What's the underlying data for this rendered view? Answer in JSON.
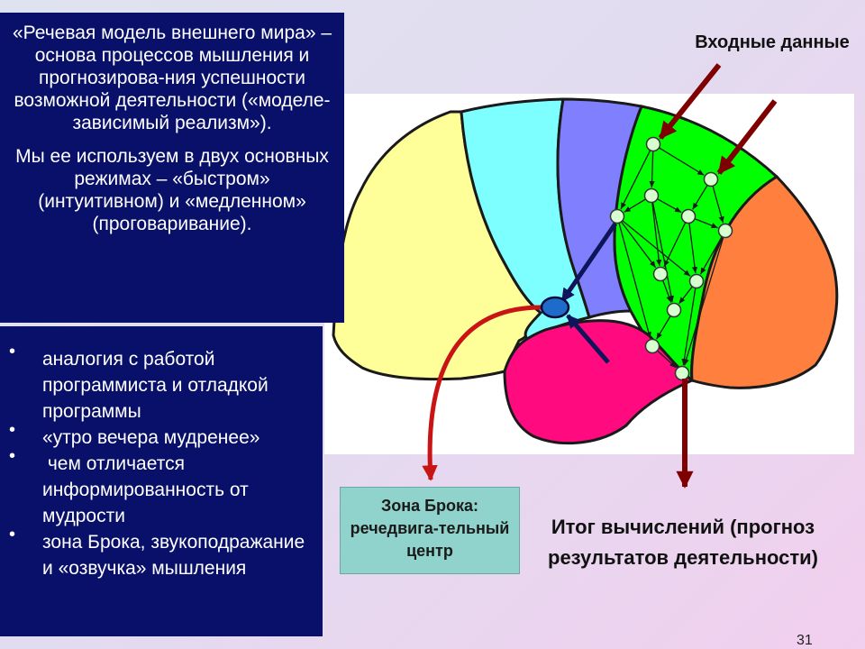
{
  "slide": {
    "intro_paragraph_1": "«Речевая модель внешнего мира» – основа процессов мышления и прогнозирова-ния успешности возможной деятельности («моделе-зависимый реализм»).",
    "intro_paragraph_2": "Мы ее используем в двух основных режимах – «быстром» (интуитивном) и «медленном» (проговаривание).",
    "bullet_symbol": "•",
    "bullets": [
      "аналогия с работой программиста и отладкой программы",
      "«утро вечера мудренее»",
      " чем отличается информированность от мудрости",
      "зона Брока, звукоподражание и «озвучка» мышления"
    ],
    "page_number": "31"
  },
  "diagram": {
    "input_label": "Входные данные",
    "broca_label": "Зона Брока: речедвига-тельный центр",
    "result_label": "Итог вычислений (прогноз результатов деятельности)",
    "colors": {
      "yellow_region": "#ffff99",
      "cyan_region": "#7dffff",
      "blue_region": "#8080ff",
      "green_region": "#00ff00",
      "orange_region": "#ff7f3f",
      "magenta_region": "#ff0a7f",
      "arrow_dark_red": "#7f0000",
      "broca_node": "#1f6bc9",
      "navy_box": "#08106a",
      "broca_box": "#8fd3cc"
    }
  }
}
